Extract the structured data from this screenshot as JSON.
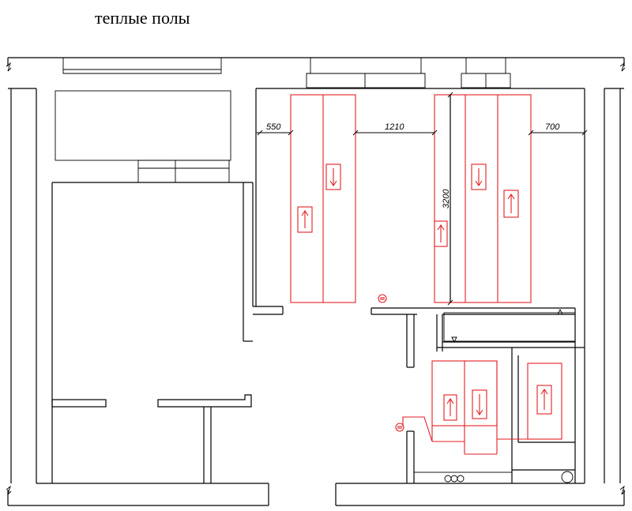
{
  "title": "теплые полы",
  "dimensions": {
    "d550": "550",
    "d1210": "1210",
    "d700": "700",
    "d3200": "3200"
  },
  "colors": {
    "heating": "#e31e24",
    "walls": "#000000"
  },
  "icons": {
    "arrow_up": "arrow-up-icon",
    "arrow_down": "arrow-down-icon",
    "thermostat": "thermostat-icon"
  }
}
